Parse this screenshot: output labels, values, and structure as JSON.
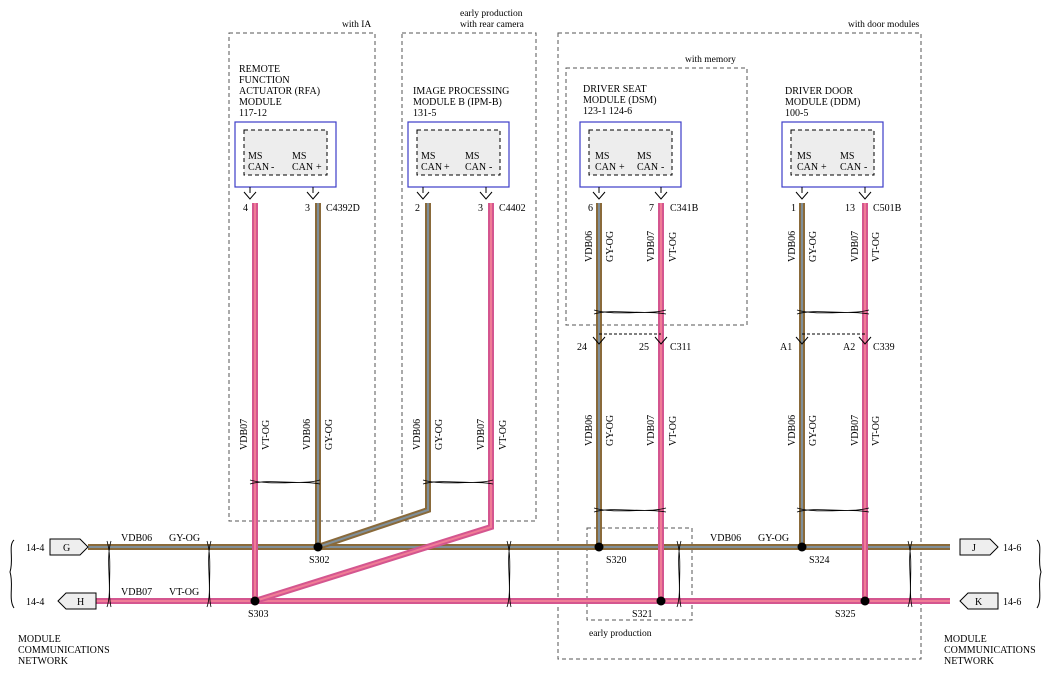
{
  "groups": {
    "ia": "with IA",
    "rear_camera_l1": "early production",
    "rear_camera_l2": "with rear camera",
    "door_modules": "with door modules",
    "memory": "with memory",
    "early_production": "early production"
  },
  "modules": {
    "rfa": {
      "l1": "REMOTE",
      "l2": "FUNCTION",
      "l3": "ACTUATOR (RFA)",
      "l4": "MODULE",
      "l5": "117-12",
      "p1a": "MS",
      "p1b": "CAN",
      "p1s": "-",
      "p2a": "MS",
      "p2b": "CAN",
      "p2s": "+"
    },
    "ipm": {
      "l1": "IMAGE PROCESSING",
      "l2": "MODULE B (IPM-B)",
      "l3": "131-5",
      "p1a": "MS",
      "p1b": "CAN",
      "p1s": "+",
      "p2a": "MS",
      "p2b": "CAN",
      "p2s": "-"
    },
    "dsm": {
      "l1": "DRIVER SEAT",
      "l2": "MODULE (DSM)",
      "l3": "123-1  124-6",
      "p1a": "MS",
      "p1b": "CAN",
      "p1s": "+",
      "p2a": "MS",
      "p2b": "CAN",
      "p2s": "-"
    },
    "ddm": {
      "l1": "DRIVER DOOR",
      "l2": "MODULE (DDM)",
      "l3": "100-5",
      "p1a": "MS",
      "p1b": "CAN",
      "p1s": "+",
      "p2a": "MS",
      "p2b": "CAN",
      "p2s": "-"
    }
  },
  "pins": {
    "rfa_a": "4",
    "rfa_b": "3",
    "rfa_conn": "C4392D",
    "ipm_a": "2",
    "ipm_b": "3",
    "ipm_conn": "C4402",
    "dsm_a": "6",
    "dsm_b": "7",
    "dsm_conn": "C341B",
    "ddm_a": "1",
    "ddm_b": "13",
    "ddm_conn": "C501B",
    "c311_a": "24",
    "c311_b": "25",
    "c311_conn": "C311",
    "c339_a": "A1",
    "c339_b": "A2",
    "c339_conn": "C339"
  },
  "wires": {
    "vdb06": "VDB06",
    "gyog": "GY-OG",
    "vdb07": "VDB07",
    "vtog": "VT-OG"
  },
  "splices": {
    "s302": "S302",
    "s303": "S303",
    "s320": "S320",
    "s321": "S321",
    "s324": "S324",
    "s325": "S325"
  },
  "connectors": {
    "g": "G",
    "h": "H",
    "j": "J",
    "k": "K",
    "ref_left_g": "14-4",
    "ref_left_h": "14-4",
    "ref_right_j": "14-6",
    "ref_right_k": "14-6"
  },
  "network": {
    "left_l1": "MODULE",
    "left_l2": "COMMUNICATIONS",
    "left_l3": "NETWORK",
    "right_l1": "MODULE",
    "right_l2": "COMMUNICATIONS",
    "right_l3": "NETWORK"
  }
}
